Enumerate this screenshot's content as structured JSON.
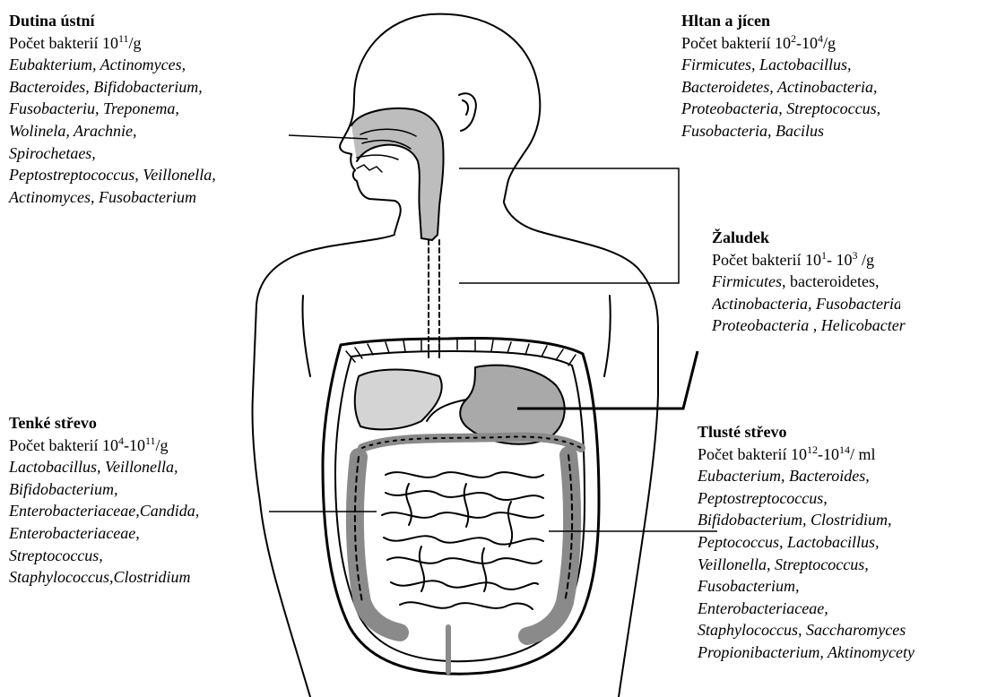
{
  "regions": {
    "mouth": {
      "title": "Dutina ústní",
      "count_prefix": "Počet bakterií 10",
      "count_exp": "11",
      "count_suffix": "/g",
      "species": [
        "Eubakterium, Actinomyces,",
        "Bacteroides, Bifidobacterium,",
        "Fusobacteriu, Treponema,",
        "Wolinela, Arachnie,",
        "Spirochetaes,",
        "Peptostreptococcus, Veillonella,",
        "Actinomyces, Fusobacterium"
      ]
    },
    "throat": {
      "title": "Hltan a jícen",
      "count_prefix": "Počet bakterií 10",
      "count_exp1": "2",
      "count_mid": "-10",
      "count_exp2": "4",
      "count_suffix": "/g",
      "species": [
        "Firmicutes, Lactobacillus,",
        "Bacteroidetes, Actinobacteria,",
        "Proteobacteria, Streptococcus,",
        "Fusobacteria, Bacilus"
      ]
    },
    "stomach": {
      "title": "Žaludek",
      "count_prefix": "Počet bakterií 10",
      "count_exp1": "1",
      "count_mid": "- 10",
      "count_exp2": "3",
      "count_suffix": " /g",
      "species_line1_italic": "Firmicutes",
      "species_line1_rest": ", bacteroidetes,",
      "species_line2": "Actinobacteria, Fusobacteria,",
      "species_line3": "Proteobacteria , Helicobacter"
    },
    "small_intestine": {
      "title": "Tenké střevo",
      "count_prefix": "Počet bakterií 10",
      "count_exp1": "4",
      "count_mid": "-10",
      "count_exp2": "11",
      "count_suffix": "/g",
      "species": [
        "Lactobacillus, Veillonella,",
        "Bifidobacterium,",
        "Enterobacteriaceae,Candida,",
        "Enterobacteriaceae,",
        "Streptococcus,",
        "Staphylococcus,Clostridium"
      ]
    },
    "large_intestine": {
      "title": "Tlusté střevo",
      "count_prefix": "Počet bakterií 10",
      "count_exp1": "12",
      "count_mid": "-10",
      "count_exp2": "14",
      "count_suffix": "/ ml",
      "species": [
        "Eubacterium, Bacteroides,",
        "Peptostreptococcus,",
        "Bifidobacterium, Clostridium,",
        "Peptococcus, Lactobacillus,",
        "Veillonella, Streptococcus,",
        "Fusobacterium,",
        "Enterobacteriaceae,",
        "Staphylococcus, Saccharomyces",
        "Propionibacterium, Aktinomycety"
      ]
    }
  },
  "colors": {
    "ink": "#000000",
    "background": "#ffffff",
    "shade": "#9a9a9a"
  }
}
